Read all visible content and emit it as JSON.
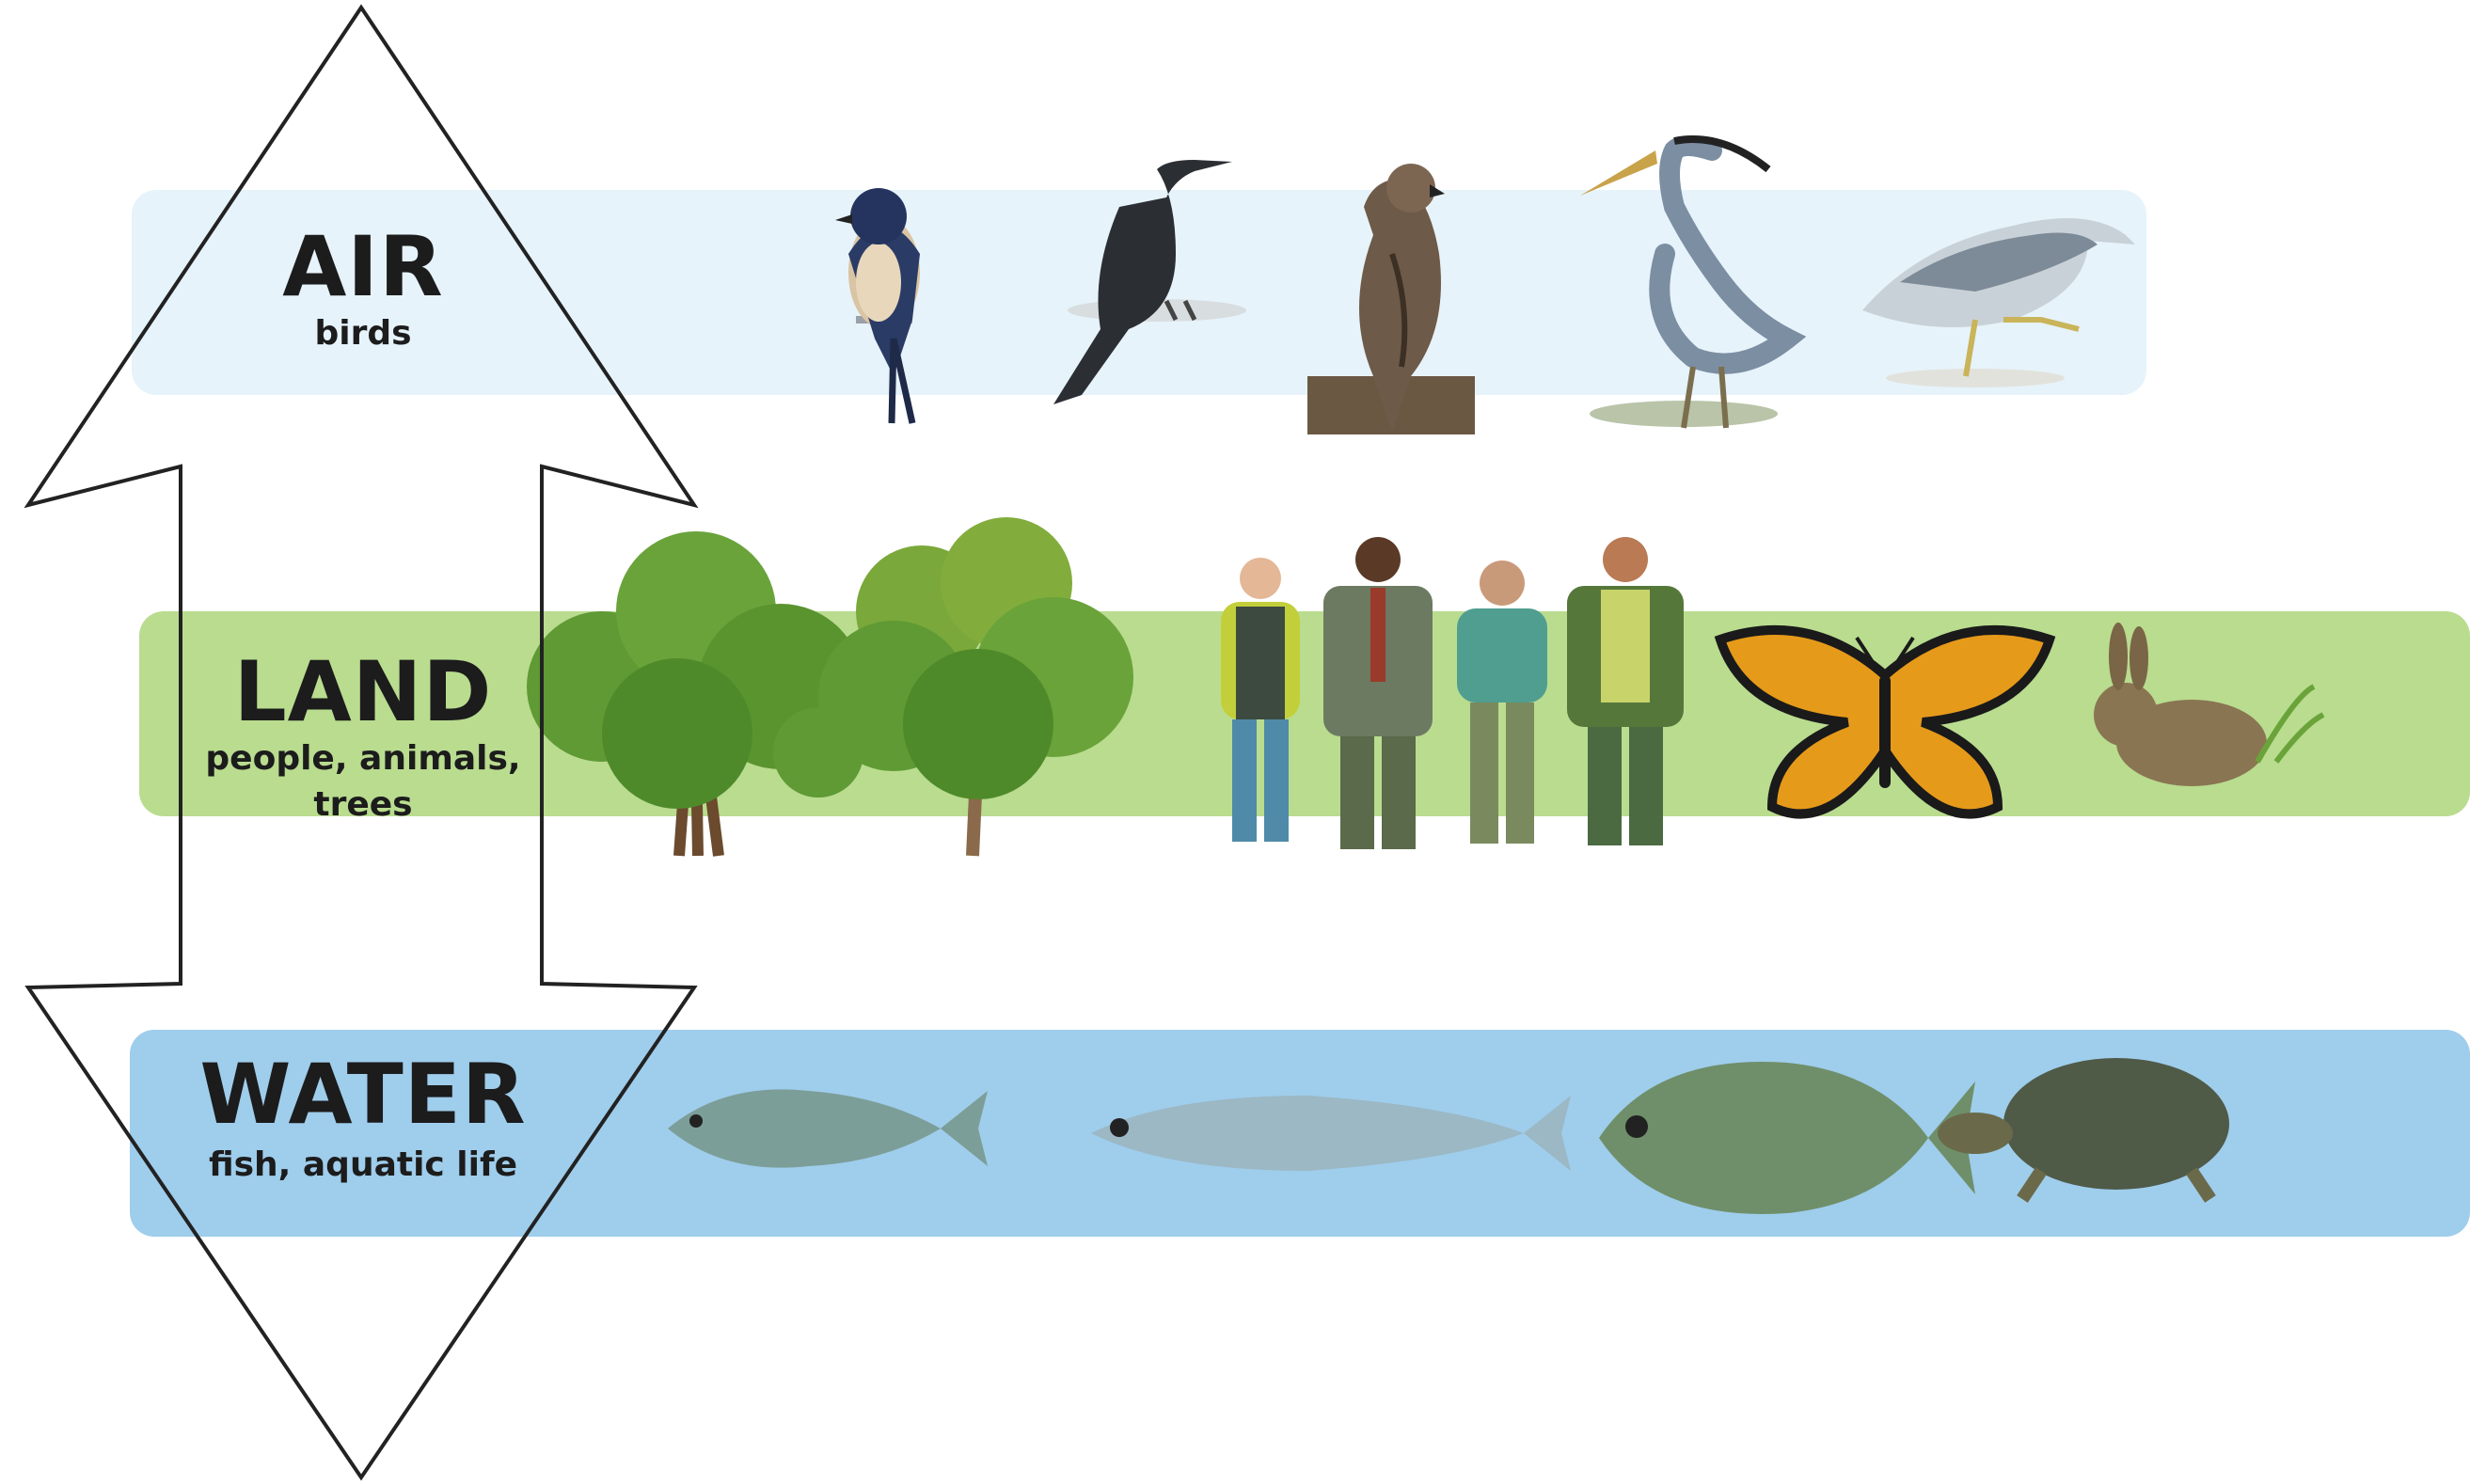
{
  "levels": [
    {
      "title": "AIR",
      "subtitle": "birds",
      "color": "#e6f3fa"
    },
    {
      "title": "LAND",
      "subtitle_line1": "people, animals,",
      "subtitle_line2": "trees",
      "color": "#b9dc8f"
    },
    {
      "title": "WATER",
      "subtitle": "fish, aquatic life",
      "color": "#9fcdec"
    }
  ],
  "palette": {
    "arrow_stroke": "#222222",
    "tree_green": "#5f9a34",
    "tree_dark": "#3f7424",
    "trunk": "#6b4a2e",
    "butterfly_orange": "#e69a1a",
    "butterfly_black": "#1a1a1a",
    "rabbit": "#8a7552",
    "fish": "#7c9e98",
    "turtle": "#4f5a47",
    "bird_gray": "#6f7c8a"
  },
  "icons": {
    "air": [
      "swallow-icon",
      "cormorant-icon",
      "hawk-icon",
      "heron-icon",
      "night-heron-icon"
    ],
    "land": [
      "tree-icon",
      "tree-icon",
      "person-icon",
      "person-icon",
      "person-icon",
      "person-icon",
      "butterfly-icon",
      "rabbit-icon"
    ],
    "water": [
      "bass-icon",
      "minnow-icon",
      "sunfish-icon",
      "turtle-icon"
    ]
  }
}
